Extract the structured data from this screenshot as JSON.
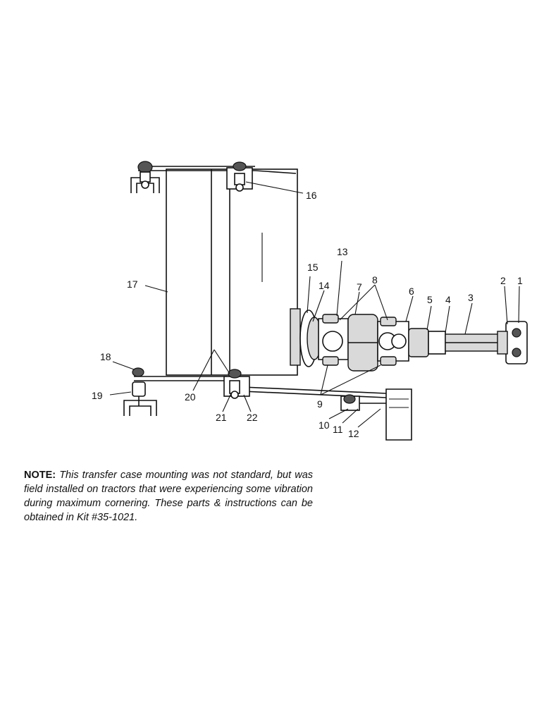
{
  "callouts": [
    {
      "id": "1",
      "text": "1"
    },
    {
      "id": "2",
      "text": "2"
    },
    {
      "id": "3",
      "text": "3"
    },
    {
      "id": "4",
      "text": "4"
    },
    {
      "id": "5",
      "text": "5"
    },
    {
      "id": "6",
      "text": "6"
    },
    {
      "id": "7",
      "text": "7"
    },
    {
      "id": "8",
      "text": "8"
    },
    {
      "id": "9",
      "text": "9"
    },
    {
      "id": "10",
      "text": "10"
    },
    {
      "id": "11",
      "text": "11"
    },
    {
      "id": "12",
      "text": "12"
    },
    {
      "id": "13",
      "text": "13"
    },
    {
      "id": "14",
      "text": "14"
    },
    {
      "id": "15",
      "text": "15"
    },
    {
      "id": "16",
      "text": "16"
    },
    {
      "id": "17",
      "text": "17"
    },
    {
      "id": "18",
      "text": "18"
    },
    {
      "id": "19",
      "text": "19"
    },
    {
      "id": "20",
      "text": "20"
    },
    {
      "id": "21",
      "text": "21"
    },
    {
      "id": "22",
      "text": "22"
    }
  ],
  "note": {
    "label": "NOTE:",
    "text": "This transfer case mounting was not standard, but was field installed on tractors that were experiencing some vibration during maximum cornering. These parts & instructions can be obtained in Kit #35-1021."
  }
}
